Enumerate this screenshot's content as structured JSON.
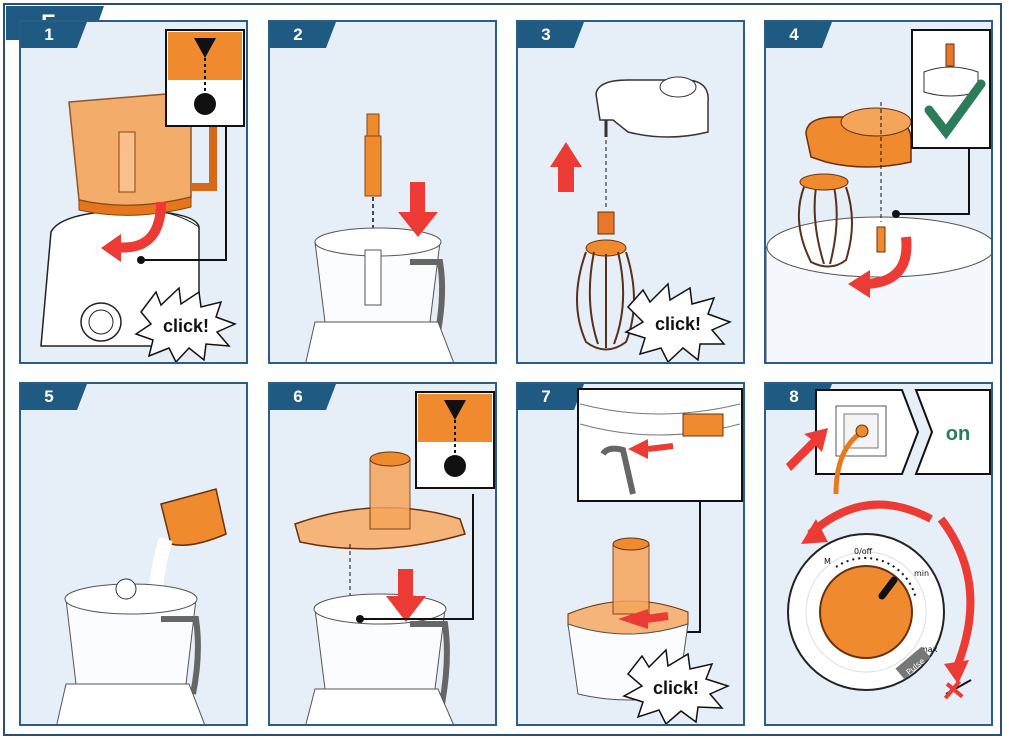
{
  "section": "E",
  "steps": [
    {
      "number": "1",
      "label": "click!"
    },
    {
      "number": "2"
    },
    {
      "number": "3",
      "label": "click!"
    },
    {
      "number": "4"
    },
    {
      "number": "5"
    },
    {
      "number": "6"
    },
    {
      "number": "7",
      "label": "click!"
    },
    {
      "number": "8",
      "label": "on"
    }
  ],
  "dial": {
    "label_m": "M",
    "label_off": "0/off",
    "label_min": "min",
    "label_max": "max",
    "label_pulse": "Pulse"
  },
  "colors": {
    "panel_bg": "#e6eef7",
    "badge": "#1f5a83",
    "orange": "#f08a2e",
    "red": "#ec3b35",
    "green": "#2b7d5a"
  }
}
